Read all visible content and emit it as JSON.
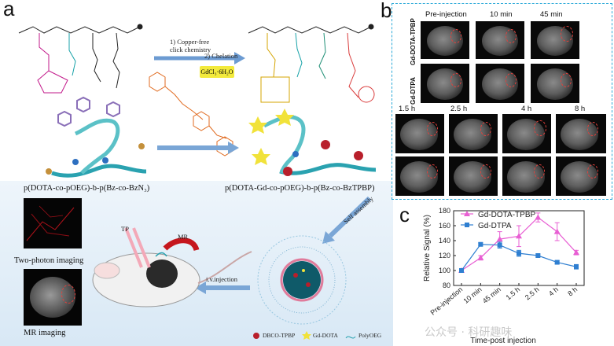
{
  "panel_labels": {
    "a": "a",
    "b": "b",
    "c": "c"
  },
  "panel_a": {
    "step1": "1) Copper-free",
    "step1b": "click chemistry",
    "step2": "2) Chelation",
    "reagent": "GdCl₃·6H₂O",
    "left_polymer": "p(DOTA-co-pOEG)-b-p(Bz-co-BzN₃)",
    "right_polymer": "p(DOTA-Gd-co-pOEG)-b-p(Bz-co-BzTPBP)",
    "self_assembly": "Self assembly",
    "iv_injection": "i.v.injection",
    "tp_label": "TP",
    "mr_label": "MR",
    "two_photon": "Two-photon imaging",
    "mr_imaging": "MR imaging",
    "legend": [
      "DBCO-TPBP",
      "Gd-DOTA",
      "PolyOEG"
    ]
  },
  "panel_b": {
    "top_times": [
      "Pre-injection",
      "10 min",
      "45 min"
    ],
    "bottom_times": [
      "1.5 h",
      "2.5 h",
      "4 h",
      "8 h"
    ],
    "rows": [
      "Gd-DOTA-TPBP",
      "Gd-DTPA"
    ]
  },
  "watermark": "公众号 · 科研趣味",
  "chart_data": {
    "type": "line",
    "categories": [
      "Pre-injection",
      "10 min",
      "45 min",
      "1.5 h",
      "2.5 h",
      "4 h",
      "8 h"
    ],
    "xlabel": "Time-post injection",
    "ylabel": "Relative Signal (%)",
    "ylim": [
      80,
      180
    ],
    "yticks": [
      80,
      100,
      120,
      140,
      160,
      180
    ],
    "legend_position": "top",
    "series": [
      {
        "name": "Gd-DOTA-TPBP",
        "color": "#e85fd3",
        "marker": "triangle",
        "values": [
          100,
          117,
          142,
          146,
          171,
          152,
          124
        ],
        "err": [
          0,
          3,
          10,
          14,
          6,
          12,
          3
        ]
      },
      {
        "name": "Gd-DTPA",
        "color": "#2f7fd1",
        "marker": "square",
        "values": [
          100,
          135,
          134,
          123,
          120,
          111,
          105
        ],
        "err": [
          0,
          2,
          4,
          4,
          2,
          2,
          3
        ]
      }
    ]
  }
}
